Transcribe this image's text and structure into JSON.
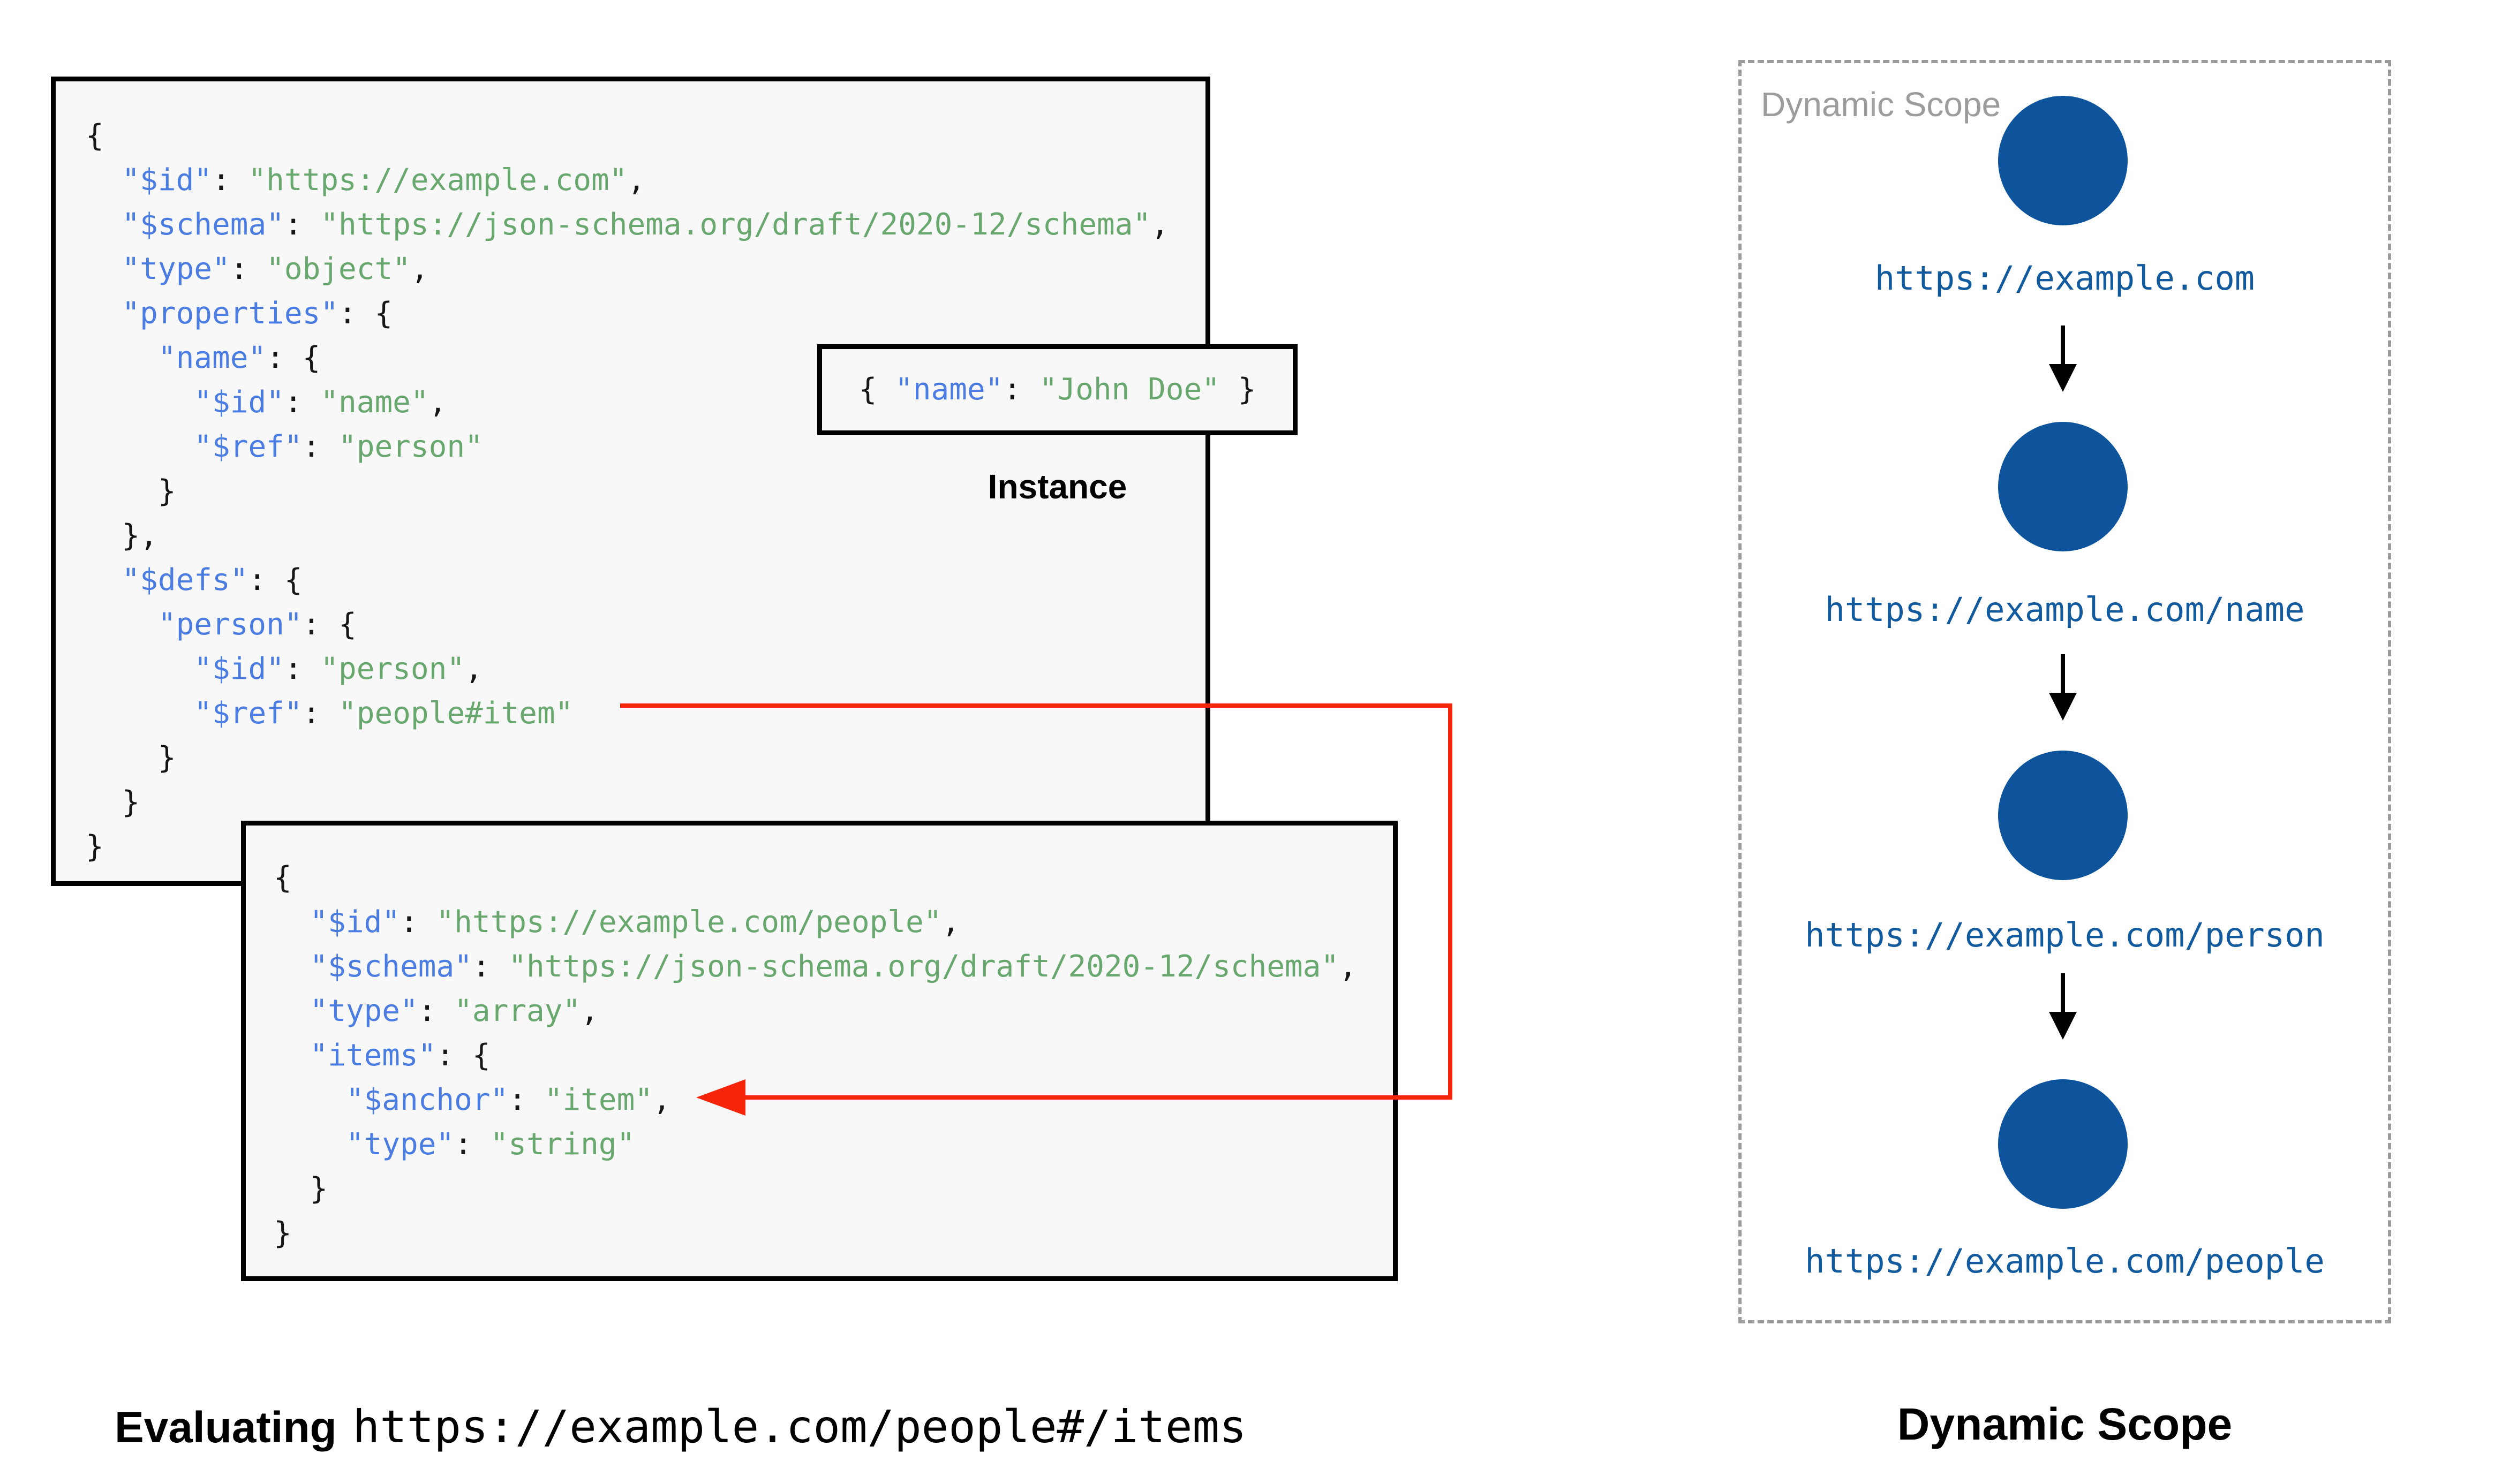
{
  "palette": {
    "key_blue": "#4a7ce1",
    "string_green": "#68a86e",
    "code_black": "#161616",
    "node_blue": "#0d549c",
    "url_blue": "#125a9e",
    "arrow_red": "#f6250a",
    "border_black": "#000000",
    "box_fill": "#f8f8f8",
    "dashed_gray": "#9b9b9b",
    "watermark_gray": "#9c9c9c"
  },
  "root_schema_box": {
    "code_lines": [
      "{",
      "  \"$id\": \"https://example.com\",",
      "  \"$schema\": \"https://json-schema.org/draft/2020-12/schema\",",
      "  \"type\": \"object\",",
      "  \"properties\": {",
      "    \"name\": {",
      "      \"$id\": \"name\",",
      "      \"$ref\": \"person\"",
      "    }",
      "  },",
      "  \"$defs\": {",
      "    \"person\": {",
      "      \"$id\": \"person\",",
      "      \"$ref\": \"people#item\"",
      "    }",
      "  }",
      "}"
    ]
  },
  "people_schema_box": {
    "code_lines": [
      "{",
      "  \"$id\": \"https://example.com/people\",",
      "  \"$schema\": \"https://json-schema.org/draft/2020-12/schema\",",
      "  \"type\": \"array\",",
      "  \"items\": {",
      "    \"$anchor\": \"item\",",
      "    \"type\": \"string\"",
      "  }",
      "}"
    ]
  },
  "instance": {
    "code_lines": [
      "{ \"name\": \"John Doe\" }"
    ],
    "label": "Instance"
  },
  "evaluating_caption": {
    "prefix": "Evaluating",
    "uri": "https://example.com/people#/items"
  },
  "dynamic_scope": {
    "watermark": "Dynamic Scope",
    "caption": "Dynamic Scope",
    "nodes": [
      {
        "label": "https://example.com"
      },
      {
        "label": "https://example.com/name"
      },
      {
        "label": "https://example.com/person"
      },
      {
        "label": "https://example.com/people"
      }
    ]
  }
}
